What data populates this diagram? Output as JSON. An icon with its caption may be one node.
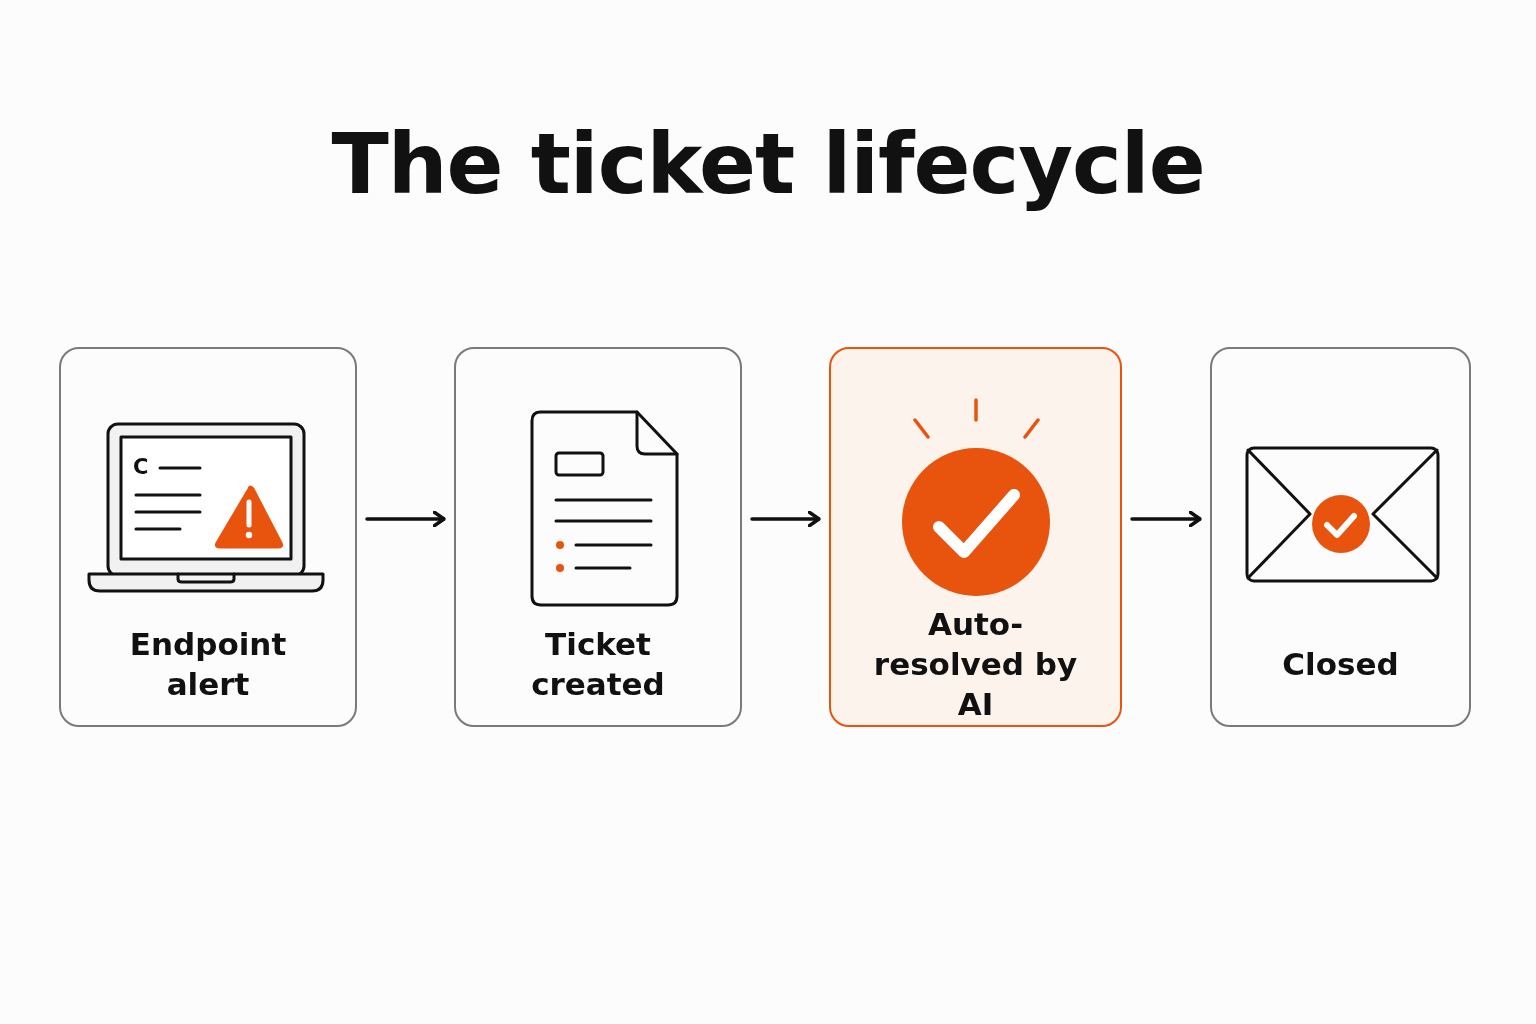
{
  "diagram": {
    "title": "The ticket lifecycle",
    "nodes": [
      {
        "text": [
          "Endpoint alert"
        ]
      },
      {
        "text": [
          "Ticket created"
        ]
      },
      {
        "text": [
          "Auto-resolved by AI"
        ]
      },
      {
        "text": [
          "Closed"
        ]
      }
    ],
    "edges": [
      {
        "from": 0,
        "to": 1,
        "arrow": "to"
      },
      {
        "from": 1,
        "to": 2,
        "arrow": "to"
      },
      {
        "from": 2,
        "to": 3,
        "arrow": "to"
      }
    ],
    "labels": [
      "C"
    ]
  }
}
